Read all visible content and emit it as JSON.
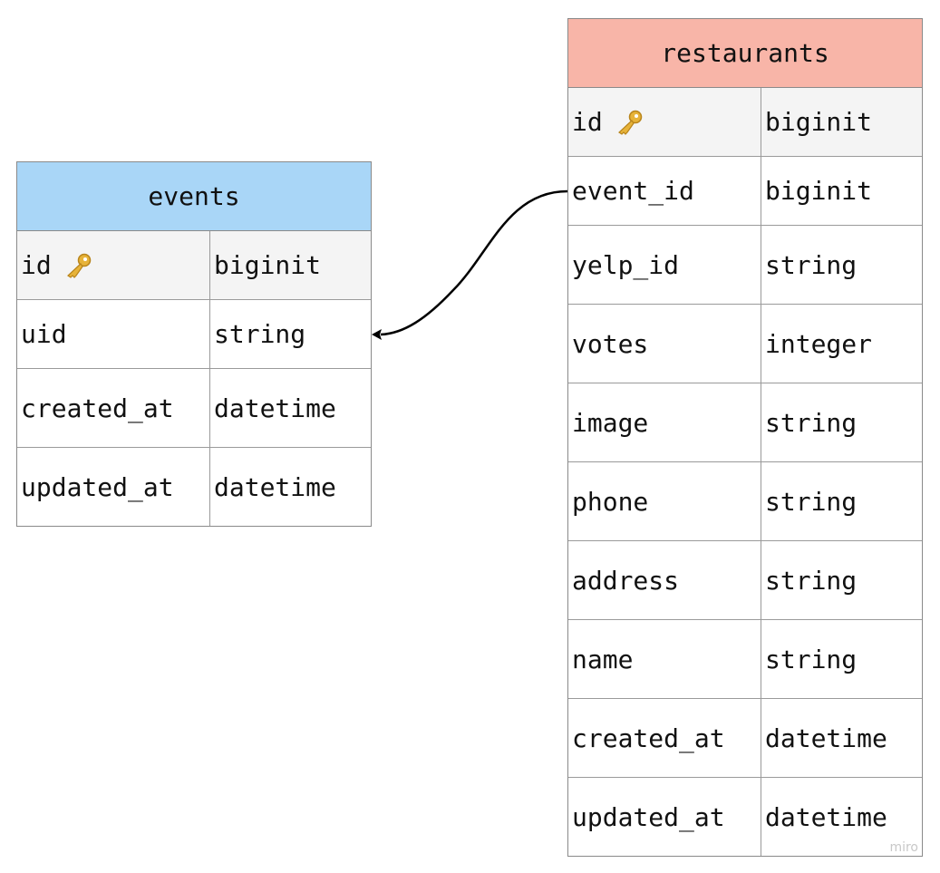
{
  "colors": {
    "events_header": "#a9d6f7",
    "restaurants_header": "#f8b5a8",
    "border": "#8a8a8a",
    "pk_row": "#f4f4f4"
  },
  "events": {
    "title": "events",
    "rows": [
      {
        "name": "id",
        "type": "biginit",
        "primary_key": true
      },
      {
        "name": "uid",
        "type": "string"
      },
      {
        "name": "created_at",
        "type": "datetime"
      },
      {
        "name": "updated_at",
        "type": "datetime"
      }
    ]
  },
  "restaurants": {
    "title": "restaurants",
    "rows": [
      {
        "name": "id",
        "type": "biginit",
        "primary_key": true
      },
      {
        "name": "event_id",
        "type": "biginit"
      },
      {
        "name": "yelp_id",
        "type": "string"
      },
      {
        "name": "votes",
        "type": "integer"
      },
      {
        "name": "image",
        "type": "string"
      },
      {
        "name": "phone",
        "type": "string"
      },
      {
        "name": "address",
        "type": "string"
      },
      {
        "name": "name",
        "type": "string"
      },
      {
        "name": "created_at",
        "type": "datetime"
      },
      {
        "name": "updated_at",
        "type": "datetime"
      }
    ]
  },
  "relation": {
    "from": "restaurants.event_id",
    "to": "events.uid",
    "arrow_icon": "arrowhead-icon"
  },
  "key_icon": "key-icon",
  "watermark": "miro"
}
